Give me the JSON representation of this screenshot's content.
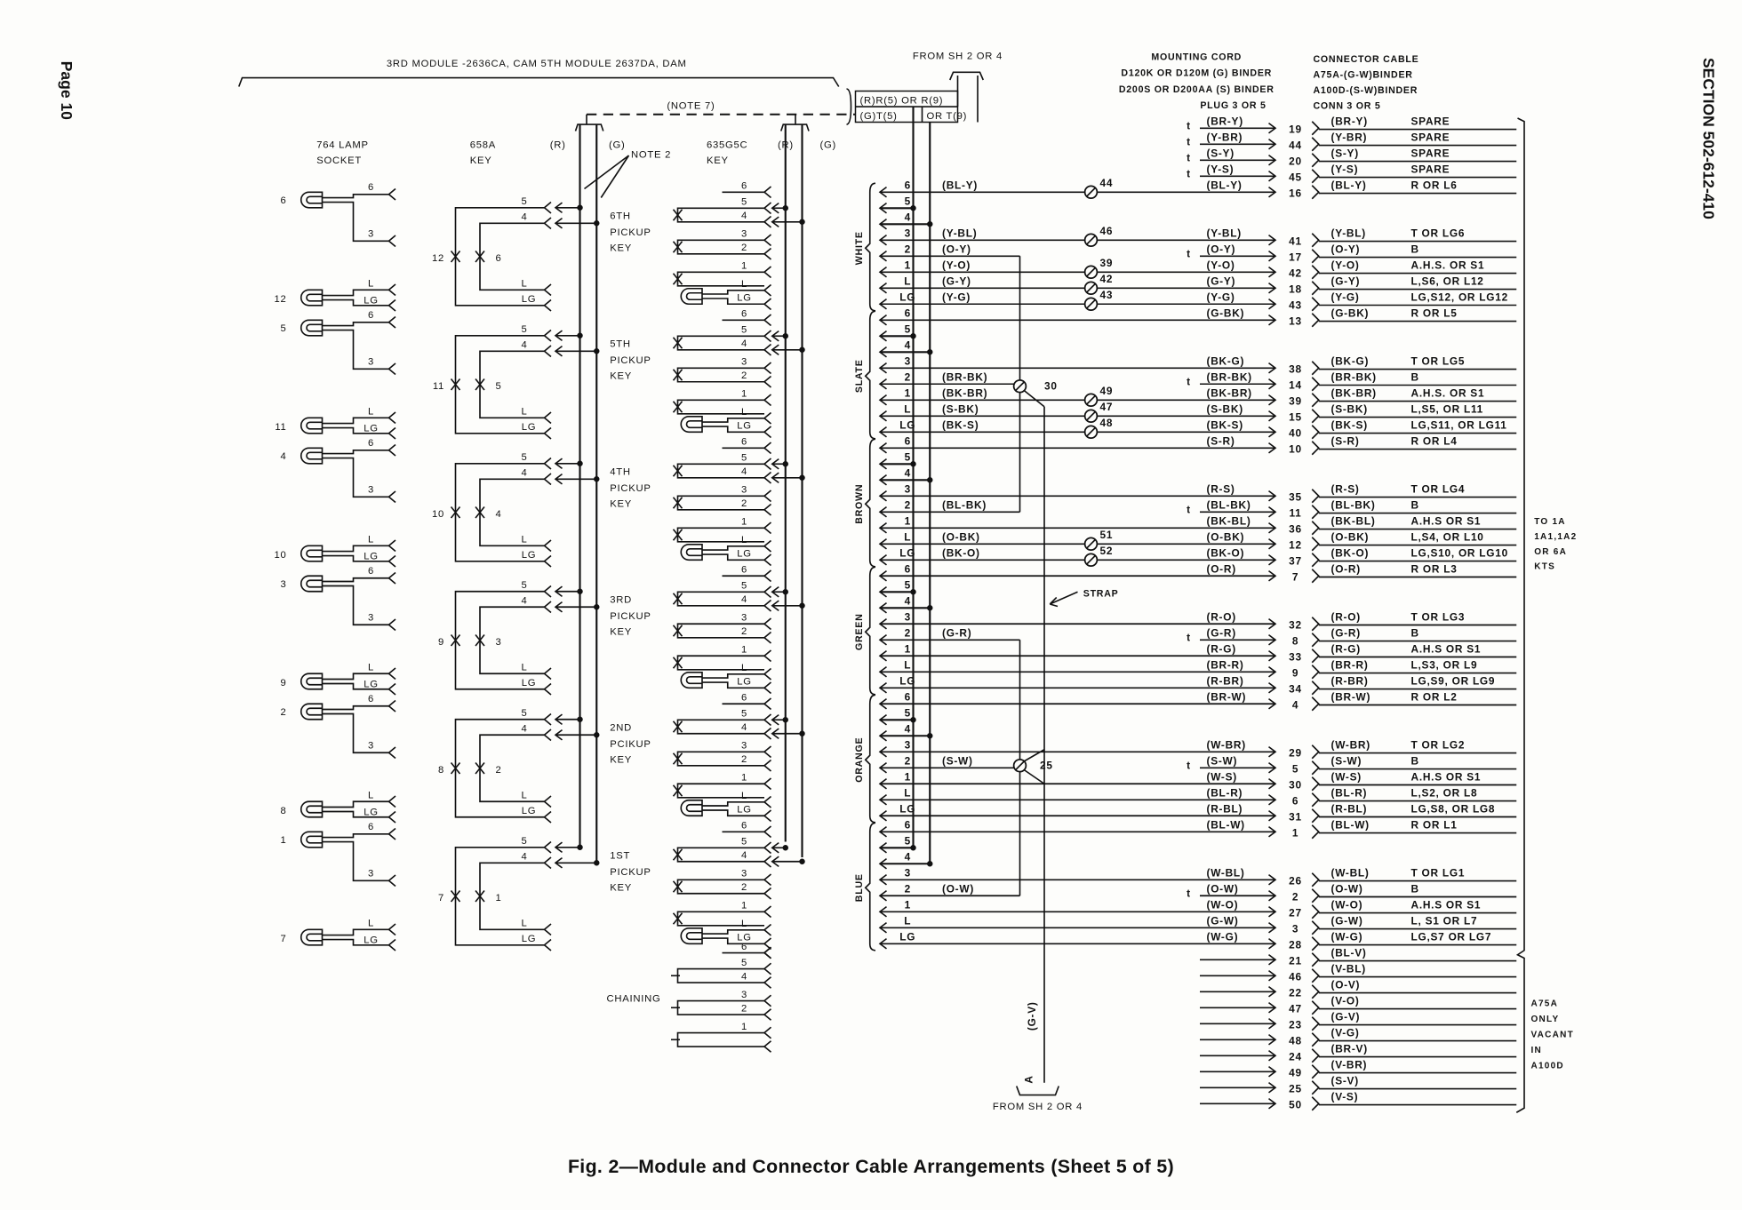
{
  "page": {
    "page_label": "Page 10",
    "section": "SECTION 502-612-410",
    "caption": "Fig. 2—Module and Connector Cable Arrangements (Sheet 5 of 5)"
  },
  "module_header": "3RD MODULE -2636CA, CAM 5TH MODULE 2637DA, DAM",
  "labels": {
    "lamp_socket": [
      "764 LAMP",
      "SOCKET"
    ],
    "key_658a": [
      "658A",
      "KEY"
    ],
    "key_635g5c": [
      "635G5C",
      "KEY"
    ],
    "r": "(R)",
    "g": "(G)",
    "note2": "NOTE 2",
    "note7": "(NOTE 7)",
    "rr": "(R)R(5) OR R(9)",
    "gt": "(G)T(5)",
    "ort": "OR T(9)",
    "from_top": "FROM SH 2 OR 4",
    "from_bottom": "FROM SH 2 OR 4",
    "strap": "STRAP",
    "gv": "(G-V)",
    "a": "A",
    "chaining": "CHAINING",
    "splice_30": "30",
    "splice_25": "25",
    "t": "t"
  },
  "cord_header": [
    "MOUNTING CORD",
    "D120K OR D120M (G) BINDER",
    "D200S OR D200AA (S) BINDER",
    "PLUG 3 OR 5"
  ],
  "cable_header": [
    "CONNECTOR CABLE",
    "A75A-(G-W)BINDER",
    "A100D-(S-W)BINDER",
    "CONN 3 OR 5"
  ],
  "to_kts": [
    "TO 1A",
    "1A1,1A2",
    "OR 6A",
    "KTS"
  ],
  "vacant_note": [
    "A75A",
    "ONLY",
    "VACANT",
    "IN",
    "A100D"
  ],
  "socket_terms": [
    "6",
    "3",
    "L",
    "LG"
  ],
  "key658_terms": [
    "5",
    "4",
    "L",
    "LG"
  ],
  "key635_terms": [
    "6",
    "5",
    "4",
    "3",
    "2",
    "1",
    "L",
    "LG"
  ],
  "chain_terms": [
    "6",
    "5",
    "4",
    "3",
    "2",
    "1"
  ],
  "keys": [
    {
      "label": [
        "6TH",
        "PICKUP",
        "KEY"
      ],
      "lamp_upper": "6",
      "lamp_lower": "12",
      "cross_outer": "12",
      "cross_inner": "6"
    },
    {
      "label": [
        "5TH",
        "PICKUP",
        "KEY"
      ],
      "lamp_upper": "5",
      "lamp_lower": "11",
      "cross_outer": "11",
      "cross_inner": "5"
    },
    {
      "label": [
        "4TH",
        "PICKUP",
        "KEY"
      ],
      "lamp_upper": "4",
      "lamp_lower": "10",
      "cross_outer": "10",
      "cross_inner": "4"
    },
    {
      "label": [
        "3RD",
        "PICKUP",
        "KEY"
      ],
      "lamp_upper": "3",
      "lamp_lower": "9",
      "cross_outer": "9",
      "cross_inner": "3"
    },
    {
      "label": [
        "2ND",
        "PCIKUP",
        "KEY"
      ],
      "lamp_upper": "2",
      "lamp_lower": "8",
      "cross_outer": "8",
      "cross_inner": "2"
    },
    {
      "label": [
        "1ST",
        "PICKUP",
        "KEY"
      ],
      "lamp_upper": "1",
      "lamp_lower": "7",
      "cross_outer": "7",
      "cross_inner": "1"
    }
  ],
  "spares": [
    {
      "pin": "19",
      "color": "(BR-Y)",
      "desig": "SPARE"
    },
    {
      "pin": "44",
      "color": "(Y-BR)",
      "desig": "SPARE"
    },
    {
      "pin": "20",
      "color": "(S-Y)",
      "desig": "SPARE"
    },
    {
      "pin": "45",
      "color": "(Y-S)",
      "desig": "SPARE"
    }
  ],
  "groups": [
    {
      "name": "WHITE",
      "terminals": [
        {
          "term": "6",
          "cord": "(BL-Y)",
          "splice": "44",
          "pin": "16",
          "color": "(BL-Y)",
          "desig": "R OR L6"
        },
        {
          "term": "5"
        },
        {
          "term": "4"
        },
        {
          "term": "3",
          "cord": "(Y-BL)",
          "splice": "46",
          "pin": "41",
          "color": "(Y-BL)",
          "desig": "T OR LG6"
        },
        {
          "term": "2",
          "cord": "(O-Y)",
          "pin": "17",
          "color": "(O-Y)",
          "desig": "B",
          "t": true
        },
        {
          "term": "1",
          "cord": "(Y-O)",
          "splice": "39",
          "pin": "42",
          "color": "(Y-O)",
          "desig": "A.H.S. OR S1"
        },
        {
          "term": "L",
          "cord": "(G-Y)",
          "splice": "42",
          "pin": "18",
          "color": "(G-Y)",
          "desig": "L,S6, OR L12"
        },
        {
          "term": "LG",
          "cord": "(Y-G)",
          "splice": "43",
          "pin": "43",
          "color": "(Y-G)",
          "desig": "LG,S12, OR LG12"
        }
      ]
    },
    {
      "name": "SLATE",
      "terminals": [
        {
          "term": "6",
          "pin": "13",
          "color": "(G-BK)",
          "desig": "R OR L5"
        },
        {
          "term": "5"
        },
        {
          "term": "4"
        },
        {
          "term": "3",
          "pin": "38",
          "color": "(BK-G)",
          "desig": "T OR LG5"
        },
        {
          "term": "2",
          "cord": "(BR-BK)",
          "pin": "14",
          "color": "(BR-BK)",
          "desig": "B",
          "t": true
        },
        {
          "term": "1",
          "cord": "(BK-BR)",
          "splice": "49",
          "pin": "39",
          "color": "(BK-BR)",
          "desig": "A.H.S. OR S1"
        },
        {
          "term": "L",
          "cord": "(S-BK)",
          "splice": "47",
          "pin": "15",
          "color": "(S-BK)",
          "desig": "L,S5, OR L11"
        },
        {
          "term": "LG",
          "cord": "(BK-S)",
          "splice": "48",
          "pin": "40",
          "color": "(BK-S)",
          "desig": "LG,S11, OR LG11"
        }
      ]
    },
    {
      "name": "BROWN",
      "terminals": [
        {
          "term": "6",
          "pin": "10",
          "color": "(S-R)",
          "desig": "R OR L4"
        },
        {
          "term": "5"
        },
        {
          "term": "4"
        },
        {
          "term": "3",
          "pin": "35",
          "color": "(R-S)",
          "desig": "T OR LG4"
        },
        {
          "term": "2",
          "cord": "(BL-BK)",
          "pin": "11",
          "color": "(BL-BK)",
          "desig": "B",
          "t": true
        },
        {
          "term": "1",
          "pin": "36",
          "color": "(BK-BL)",
          "desig": "A.H.S OR S1"
        },
        {
          "term": "L",
          "cord": "(O-BK)",
          "splice": "51",
          "pin": "12",
          "color": "(O-BK)",
          "desig": "L,S4, OR L10"
        },
        {
          "term": "LG",
          "cord": "(BK-O)",
          "splice": "52",
          "pin": "37",
          "color": "(BK-O)",
          "desig": "LG,S10, OR LG10"
        }
      ]
    },
    {
      "name": "GREEN",
      "terminals": [
        {
          "term": "6",
          "pin": "7",
          "color": "(O-R)",
          "desig": "R OR L3"
        },
        {
          "term": "5"
        },
        {
          "term": "4"
        },
        {
          "term": "3",
          "pin": "32",
          "color": "(R-O)",
          "desig": "T OR LG3"
        },
        {
          "term": "2",
          "cord": "(G-R)",
          "pin": "8",
          "color": "(G-R)",
          "desig": "B",
          "t": true
        },
        {
          "term": "1",
          "pin": "33",
          "color": "(R-G)",
          "desig": "A.H.S OR S1"
        },
        {
          "term": "L",
          "pin": "9",
          "color": "(BR-R)",
          "desig": "L,S3, OR L9"
        },
        {
          "term": "LG",
          "pin": "34",
          "color": "(R-BR)",
          "desig": "LG,S9, OR LG9"
        }
      ]
    },
    {
      "name": "ORANGE",
      "terminals": [
        {
          "term": "6",
          "pin": "4",
          "color": "(BR-W)",
          "desig": "R OR L2"
        },
        {
          "term": "5"
        },
        {
          "term": "4"
        },
        {
          "term": "3",
          "pin": "29",
          "color": "(W-BR)",
          "desig": "T OR LG2"
        },
        {
          "term": "2",
          "cord": "(S-W)",
          "pin": "5",
          "color": "(S-W)",
          "desig": "B",
          "t": true
        },
        {
          "term": "1",
          "pin": "30",
          "color": "(W-S)",
          "desig": "A.H.S OR S1"
        },
        {
          "term": "L",
          "pin": "6",
          "color": "(BL-R)",
          "desig": "L,S2, OR L8"
        },
        {
          "term": "LG",
          "pin": "31",
          "color": "(R-BL)",
          "desig": "LG,S8, OR LG8"
        }
      ]
    },
    {
      "name": "BLUE",
      "terminals": [
        {
          "term": "6",
          "pin": "1",
          "color": "(BL-W)",
          "desig": "R OR L1"
        },
        {
          "term": "5"
        },
        {
          "term": "4"
        },
        {
          "term": "3",
          "pin": "26",
          "color": "(W-BL)",
          "desig": "T OR LG1"
        },
        {
          "term": "2",
          "cord": "(O-W)",
          "pin": "2",
          "color": "(O-W)",
          "desig": "B",
          "t": true
        },
        {
          "term": "1",
          "pin": "27",
          "color": "(W-O)",
          "desig": "A.H.S OR S1"
        },
        {
          "term": "L",
          "pin": "3",
          "color": "(G-W)",
          "desig": "L, S1 OR L7"
        },
        {
          "term": "LG",
          "pin": "28",
          "color": "(W-G)",
          "desig": "LG,S7 OR LG7"
        }
      ]
    }
  ],
  "vacant": [
    {
      "pin": "21",
      "color": "(BL-V)"
    },
    {
      "pin": "46",
      "color": "(V-BL)"
    },
    {
      "pin": "22",
      "color": "(O-V)"
    },
    {
      "pin": "47",
      "color": "(V-O)"
    },
    {
      "pin": "23",
      "color": "(G-V)"
    },
    {
      "pin": "48",
      "color": "(V-G)"
    },
    {
      "pin": "24",
      "color": "(BR-V)"
    },
    {
      "pin": "49",
      "color": "(V-BR)"
    },
    {
      "pin": "25",
      "color": "(S-V)"
    },
    {
      "pin": "50",
      "color": "(V-S)"
    }
  ]
}
